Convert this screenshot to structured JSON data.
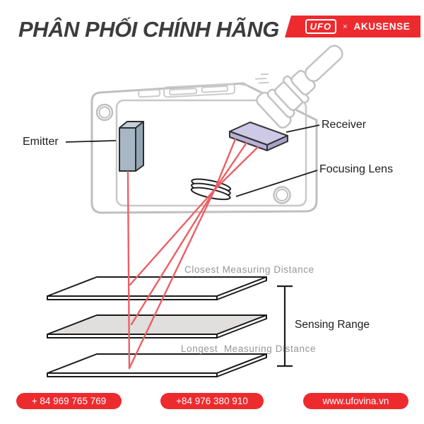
{
  "header": {
    "title": "PHÂN PHỐI CHÍNH HÃNG",
    "brand": {
      "ufo": "UFO",
      "separator": "×",
      "partner": "AKUSENSE"
    }
  },
  "diagram": {
    "labels": {
      "emitter": "Emitter",
      "receiver": "Receiver",
      "focusing_lens": "Focusing Lens",
      "closest": "Closest Measuring Distance",
      "longest": "Longest  Measuring Distance",
      "sensing_range": "Sensing Range"
    },
    "elements": [
      "sensor-body",
      "emitter-block",
      "receiver-plate",
      "focusing-lens-stack",
      "laser-beams",
      "measuring-plane-closest",
      "measuring-plane-middle",
      "measuring-plane-longest",
      "sensing-range-bracket",
      "cable-connector"
    ]
  },
  "footer": {
    "pills": [
      {
        "label": "+ 84 969 765 769"
      },
      {
        "label": "+84 976 380 910"
      },
      {
        "label": "www.ufovina.vn"
      }
    ]
  },
  "colors": {
    "brand_red": "#ED2B2F",
    "laser_red": "#EC5F65",
    "body_outline_gray": "#BFBFBF",
    "emitter_blue_gray": "#A7B7C3",
    "receiver_lavender": "#CDC9E6",
    "plane_fill_gray": "#E0DFDE",
    "measure_label_gray": "#969696",
    "text_dark": "#3C3C3E"
  }
}
